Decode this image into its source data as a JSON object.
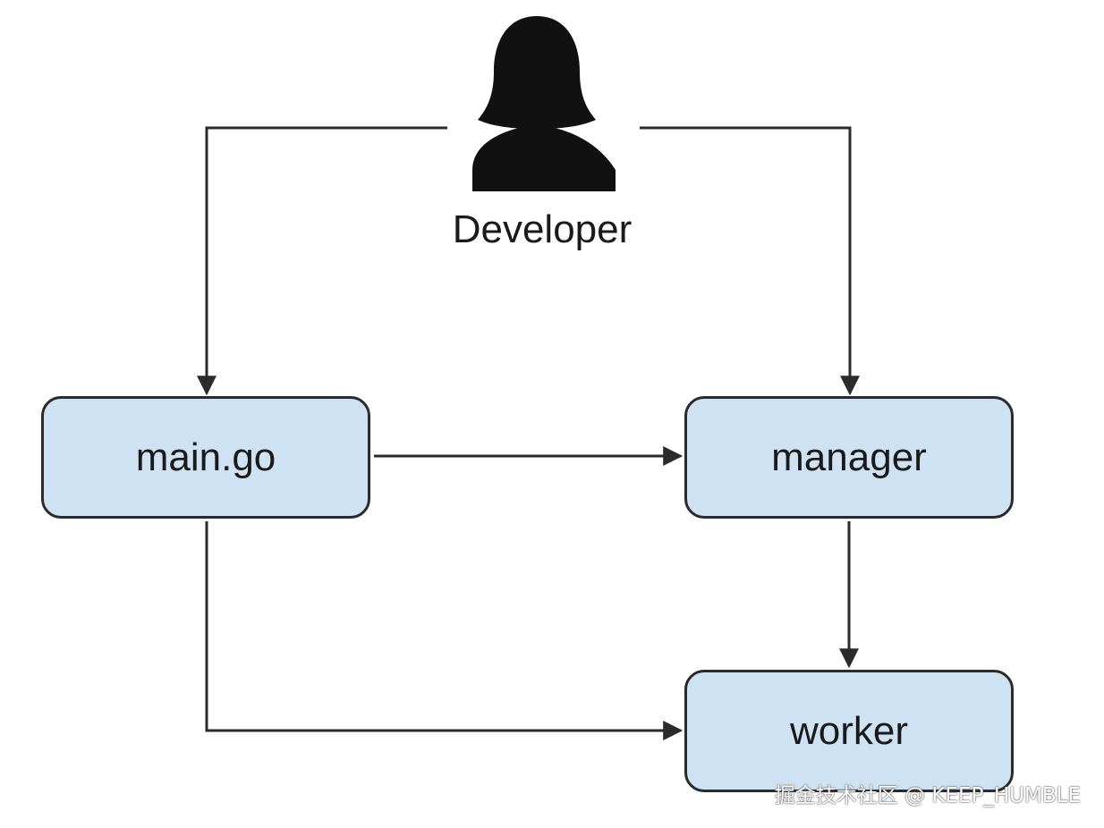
{
  "actor": {
    "label": "Developer",
    "icon": "person-silhouette-icon"
  },
  "nodes": {
    "main": "main.go",
    "manager": "manager",
    "worker": "worker"
  },
  "edges": [
    {
      "from": "Developer",
      "to": "main.go"
    },
    {
      "from": "Developer",
      "to": "manager"
    },
    {
      "from": "main.go",
      "to": "manager"
    },
    {
      "from": "main.go",
      "to": "worker"
    },
    {
      "from": "manager",
      "to": "worker"
    }
  ],
  "watermark": "掘金技术社区 @ KEEP_HUMBLE",
  "colors": {
    "node_fill": "#cfe2f3",
    "stroke": "#2b2b2b",
    "silhouette": "#111111"
  }
}
